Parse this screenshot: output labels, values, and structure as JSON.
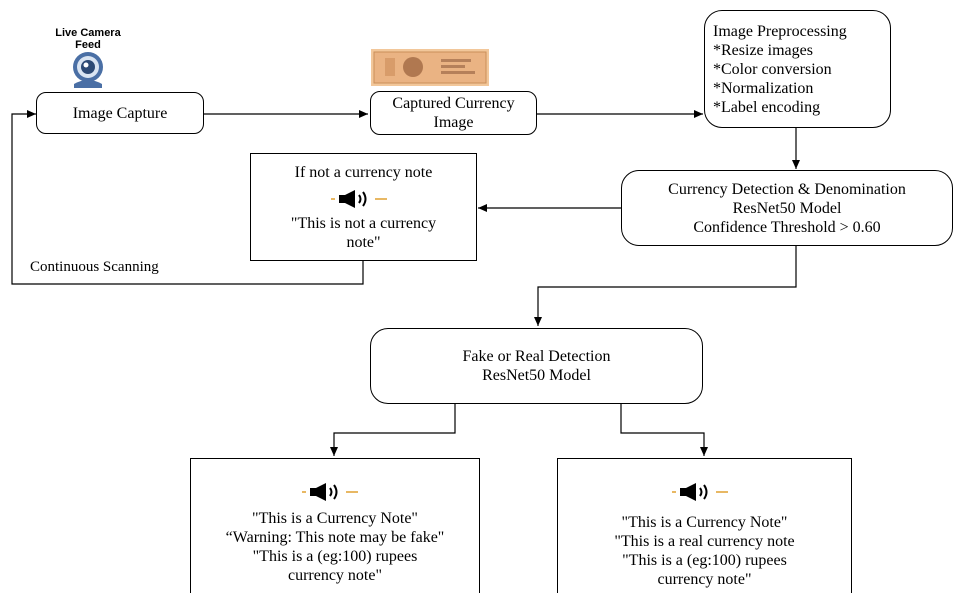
{
  "nodes": {
    "camera_label": [
      "Live Camera",
      "Feed"
    ],
    "image_capture": "Image Capture",
    "captured": [
      "Captured Currency",
      "Image"
    ],
    "preprocessing": {
      "title": "Image Preprocessing",
      "items": [
        "*Resize images",
        "*Color conversion",
        "*Normalization",
        "*Label encoding"
      ]
    },
    "detection": [
      "Currency Detection & Denomination",
      "ResNet50 Model",
      "Confidence Threshold > 0.60"
    ],
    "not_currency": {
      "title": "If not a currency note",
      "lines": [
        "\"This is not a currency",
        "note\""
      ]
    },
    "fake_real": [
      "Fake or Real Detection",
      "ResNet50 Model"
    ],
    "fake_output": [
      "\"This is a Currency Note\"",
      "“Warning: This note may be fake\"",
      "\"This is a (eg:100) rupees",
      "currency note\""
    ],
    "real_output": [
      "\"This is a Currency Note\"",
      "\"This is a real currency note",
      "\"This is a (eg:100) rupees",
      "currency note\""
    ]
  },
  "labels": {
    "continuous_scanning": "Continuous Scanning"
  },
  "icons": {
    "camera": "webcam-icon",
    "banknote": "banknote-icon",
    "speaker": "speaker-icon"
  },
  "colors": {
    "speaker_accent": "#e0a030",
    "camera_blue": "#4a6fa5"
  }
}
